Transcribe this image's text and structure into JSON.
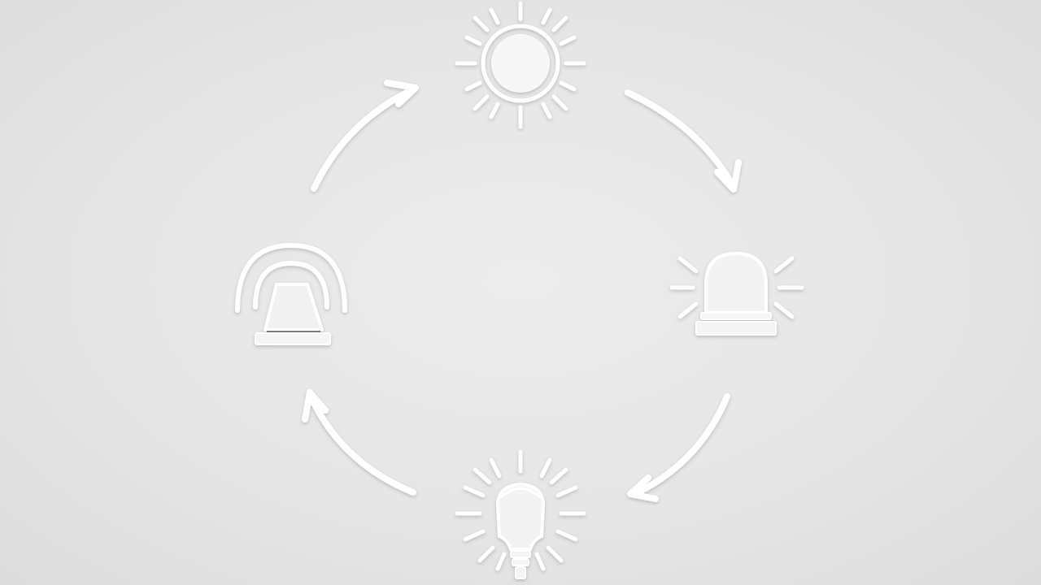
{
  "diagram": {
    "type": "cycle",
    "direction": "clockwise",
    "background_color": "#e6e6e6",
    "icon_color": "#ffffff",
    "nodes": [
      {
        "position": "top",
        "icon": "sun-icon"
      },
      {
        "position": "right",
        "icon": "siren-light-icon"
      },
      {
        "position": "bottom",
        "icon": "light-bulb-icon"
      },
      {
        "position": "left",
        "icon": "alarm-bell-icon"
      }
    ],
    "arrows": [
      {
        "from": "top",
        "to": "right"
      },
      {
        "from": "right",
        "to": "bottom"
      },
      {
        "from": "bottom",
        "to": "left"
      },
      {
        "from": "left",
        "to": "top"
      }
    ]
  }
}
